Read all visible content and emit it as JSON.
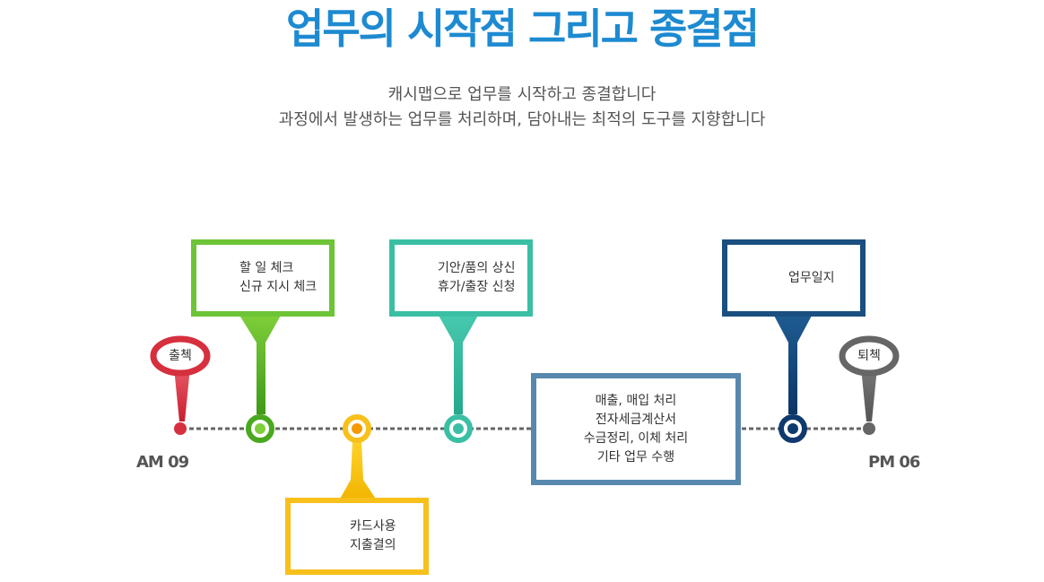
{
  "title": "업무의 시작점 그리고 종결점",
  "subtitle": {
    "line1": "캐시맵으로 업무를 시작하고 종결합니다",
    "line2": "과정에서 발생하는 업무를 처리하며, 담아내는 최적의 도구를 지향합니다"
  },
  "timeline": {
    "start_label": "AM 09",
    "end_label": "PM 06",
    "checkin_label": "출첵",
    "checkout_label": "퇴첵"
  },
  "steps": [
    {
      "id": "tasks",
      "icon": "lightbulb-icon",
      "color": "#6cc436",
      "lines": [
        "할 일 체크",
        "신규 지시 체크"
      ]
    },
    {
      "id": "card",
      "icon": "credit-card-icon",
      "color": "#f7c01b",
      "lines": [
        "카드사용",
        "지출결의"
      ]
    },
    {
      "id": "approval",
      "icon": "folder-icon",
      "color": "#3bbfa4",
      "lines": [
        "기안/품의 상신",
        "휴가/출장 신청"
      ]
    },
    {
      "id": "sales",
      "icon": "",
      "color": "#5689ad",
      "lines": [
        "매출, 매입 처리",
        "전자세금계산서",
        "수금정리, 이체 처리",
        "기타 업무 수행"
      ]
    },
    {
      "id": "journal",
      "icon": "checklist-icon",
      "color": "#1a4f80",
      "lines": [
        "업무일지"
      ]
    }
  ]
}
